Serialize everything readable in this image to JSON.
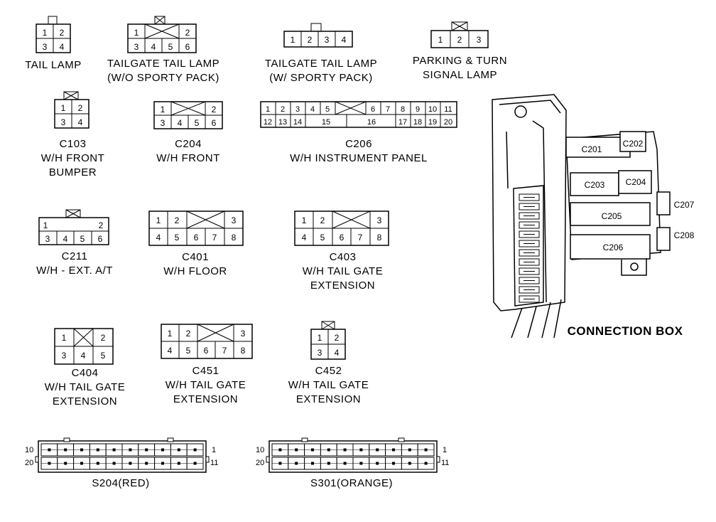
{
  "connectors": [
    {
      "id": "tail-lamp",
      "title_lines": [
        "TAIL LAMP"
      ],
      "top": [
        "1",
        "2"
      ],
      "bottom": [
        "3",
        "4"
      ]
    },
    {
      "id": "tailgate-tail-lamp-wo",
      "title_lines": [
        "TAILGATE TAIL LAMP",
        "(W/O SPORTY PACK)"
      ],
      "top": [
        "1",
        "2"
      ],
      "bottom": [
        "3",
        "4",
        "5",
        "6"
      ]
    },
    {
      "id": "tailgate-tail-lamp-w",
      "title_lines": [
        "TAILGATE TAIL LAMP",
        "(W/ SPORTY PACK)"
      ],
      "top": [
        "1",
        "2",
        "3",
        "4"
      ],
      "bottom": []
    },
    {
      "id": "parking-turn",
      "title_lines": [
        "PARKING & TURN",
        "SIGNAL LAMP"
      ],
      "top": [
        "1",
        "2",
        "3"
      ],
      "bottom": []
    },
    {
      "id": "c103",
      "title_lines": [
        "C103",
        "W/H FRONT",
        "BUMPER"
      ],
      "top": [
        "1",
        "2"
      ],
      "bottom": [
        "3",
        "4"
      ]
    },
    {
      "id": "c204",
      "title_lines": [
        "C204",
        "W/H  FRONT"
      ],
      "top": [
        "1",
        "2"
      ],
      "bottom": [
        "3",
        "4",
        "5",
        "6"
      ]
    },
    {
      "id": "c206",
      "title_lines": [
        "C206",
        "W/H  INSTRUMENT PANEL"
      ],
      "top": [
        "1",
        "2",
        "3",
        "4",
        "5",
        "6",
        "7",
        "8",
        "9",
        "10",
        "11"
      ],
      "bottom": [
        "12",
        "13",
        "14",
        "15",
        "16",
        "17",
        "18",
        "19",
        "20"
      ]
    },
    {
      "id": "c211",
      "title_lines": [
        "C211",
        "W/H - EXT. A/T"
      ],
      "top": [
        "1",
        "2"
      ],
      "bottom": [
        "3",
        "4",
        "5",
        "6"
      ]
    },
    {
      "id": "c401",
      "title_lines": [
        "C401",
        "W/H  FLOOR"
      ],
      "top": [
        "1",
        "2",
        "3"
      ],
      "bottom": [
        "4",
        "5",
        "6",
        "7",
        "8"
      ]
    },
    {
      "id": "c403",
      "title_lines": [
        "C403",
        "W/H TAIL GATE",
        "EXTENSION"
      ],
      "top": [
        "1",
        "2",
        "3"
      ],
      "bottom": [
        "4",
        "5",
        "6",
        "7",
        "8"
      ]
    },
    {
      "id": "c404",
      "title_lines": [
        "C404",
        "W/H TAIL GATE",
        "EXTENSION"
      ],
      "top": [
        "1",
        "2"
      ],
      "bottom": [
        "3",
        "4",
        "5"
      ]
    },
    {
      "id": "c451",
      "title_lines": [
        "C451",
        "W/H TAIL GATE",
        "EXTENSION"
      ],
      "top": [
        "1",
        "2",
        "3"
      ],
      "bottom": [
        "4",
        "5",
        "6",
        "7",
        "8"
      ]
    },
    {
      "id": "c452",
      "title_lines": [
        "C452",
        "W/H TAIL GATE",
        "EXTENSION"
      ],
      "top": [
        "1",
        "2"
      ],
      "bottom": [
        "3",
        "4"
      ]
    }
  ],
  "splices": [
    {
      "id": "s204",
      "title": "S204(RED)",
      "left_top": "10",
      "left_bottom": "20",
      "right_top": "1",
      "right_bottom": "11"
    },
    {
      "id": "s301",
      "title": "S301(ORANGE)",
      "left_top": "10",
      "left_bottom": "20",
      "right_top": "1",
      "right_bottom": "11"
    }
  ],
  "connection_box": {
    "title": "CONNECTION BOX",
    "labels": [
      "C201",
      "C202",
      "C203",
      "C204",
      "C205",
      "C206",
      "C207",
      "C208"
    ]
  }
}
